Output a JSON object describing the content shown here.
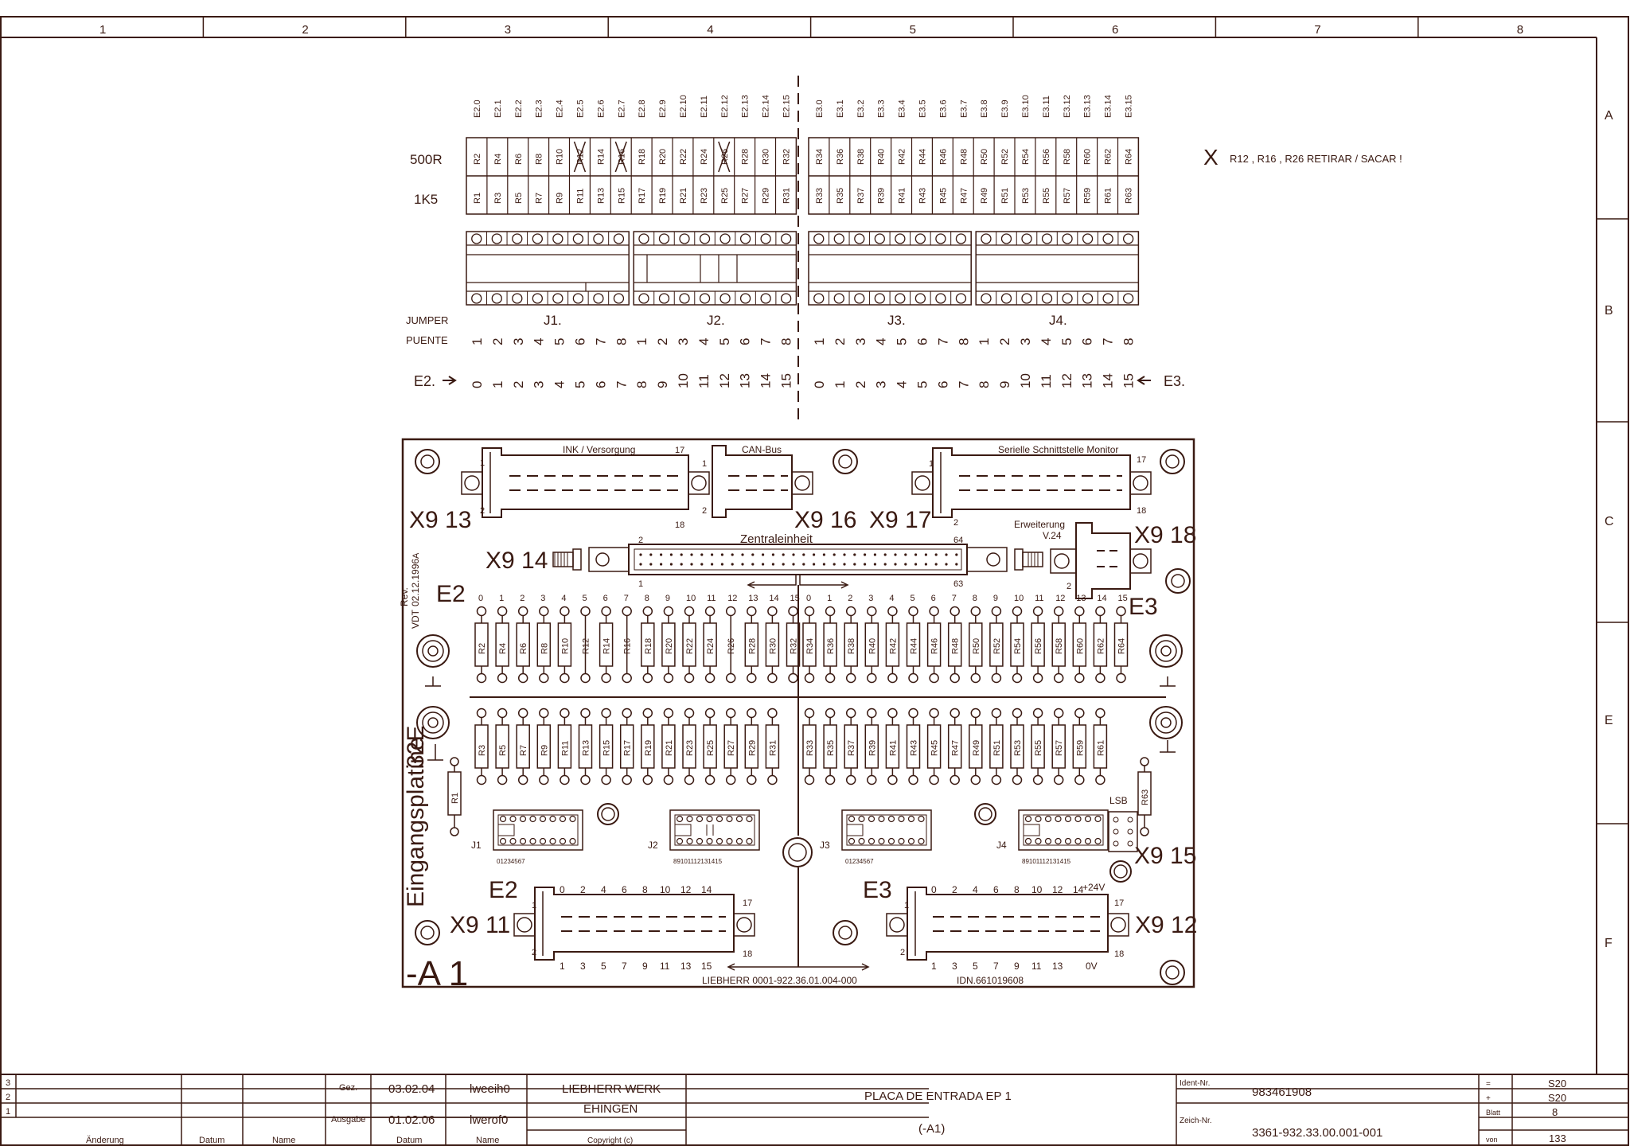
{
  "frame": {
    "columns": [
      "1",
      "2",
      "3",
      "4",
      "5",
      "6",
      "7",
      "8"
    ],
    "rows": [
      "A",
      "B",
      "C",
      "E",
      "F"
    ]
  },
  "jumper_table": {
    "e2_names": [
      "E2.0",
      "E2.1",
      "E2.2",
      "E2.3",
      "E2.4",
      "E2.5",
      "E2.6",
      "E2.7",
      "E2.8",
      "E2.9",
      "E2.10",
      "E2.11",
      "E2.12",
      "E2.13",
      "E2.14",
      "E2.15"
    ],
    "e3_names": [
      "E3.0",
      "E3.1",
      "E3.2",
      "E3.3",
      "E3.4",
      "E3.5",
      "E3.6",
      "E3.7",
      "E3.8",
      "E3.9",
      "E3.10",
      "E3.11",
      "E3.12",
      "E3.13",
      "E3.14",
      "E3.15"
    ],
    "row_500r_label": "500R",
    "row_1k5_label": "1K5",
    "top_resistors_left": [
      "R2",
      "R4",
      "R6",
      "R8",
      "R10",
      "R12",
      "R14",
      "R16",
      "R18",
      "R20",
      "R22",
      "R24",
      "R26",
      "R28",
      "R30",
      "R32"
    ],
    "top_resistors_right": [
      "R34",
      "R36",
      "R38",
      "R40",
      "R42",
      "R44",
      "R46",
      "R48",
      "R50",
      "R52",
      "R54",
      "R56",
      "R58",
      "R60",
      "R62",
      "R64"
    ],
    "bottom_resistors_left": [
      "R1",
      "R3",
      "R5",
      "R7",
      "R9",
      "R11",
      "R13",
      "R15",
      "R17",
      "R19",
      "R21",
      "R23",
      "R25",
      "R27",
      "R29",
      "R31"
    ],
    "bottom_resistors_right": [
      "R33",
      "R35",
      "R37",
      "R39",
      "R41",
      "R43",
      "R45",
      "R47",
      "R49",
      "R51",
      "R53",
      "R55",
      "R57",
      "R59",
      "R61",
      "R63"
    ],
    "crossed": [
      "R12",
      "R16",
      "R26"
    ],
    "note_mark": "X",
    "note": "R12 , R16 , R26 RETIRAR / SACAR !",
    "jumper_label": "JUMPER",
    "puente_label": "PUENTE",
    "jumper_groups": [
      "J1.",
      "J2.",
      "J3.",
      "J4."
    ],
    "jumper_numbers": [
      "1",
      "2",
      "3",
      "4",
      "5",
      "6",
      "7",
      "8"
    ],
    "e2_arrow_label": "E2.",
    "e3_arrow_label": "E3.",
    "input_numbers": [
      "0",
      "1",
      "2",
      "3",
      "4",
      "5",
      "6",
      "7",
      "8",
      "9",
      "10",
      "11",
      "12",
      "13",
      "14",
      "15"
    ]
  },
  "board": {
    "conn_ink_label": "INK / Versorgung",
    "conn_can_label": "CAN-Bus",
    "conn_serial_label": "Serielle Schnittstelle Monitor",
    "pin_1": "1",
    "pin_2": "2",
    "pin_17": "17",
    "pin_18": "18",
    "pin_64": "64",
    "pin_63": "63",
    "x913": "X9 13",
    "x916": "X9 16",
    "x917": "X9 17",
    "x914": "X9 14",
    "x918": "X9 18",
    "x915": "X9 15",
    "x911": "X9 11",
    "x912": "X9 12",
    "zentraleinheit": "Zentraleinheit",
    "erweiterung": "Erweiterung",
    "v24": "V.24",
    "rev_a": "A",
    "rev": "Rev.",
    "rev_date": "02.12.1996",
    "vdt": "VDT",
    "e2_mark": "E2",
    "e3_mark": "E3",
    "side_title": "Eingangsplatine",
    "side_32e": "32E",
    "designator": "-A 1",
    "j_labels": [
      "J1",
      "J2",
      "J3",
      "J4"
    ],
    "j_numbers_lo": "01234567",
    "j_numbers_hi": "89101112131415",
    "lsb": "LSB",
    "upper_pins_even": [
      "0",
      "2",
      "4",
      "6",
      "8",
      "10",
      "12",
      "14"
    ],
    "lower_pins_odd": [
      "1",
      "3",
      "5",
      "7",
      "9",
      "11",
      "13",
      "15"
    ],
    "plus24v": "+24V",
    "zero_v": "0V",
    "liebherr_part": "LIEBHERR 0001-922.36.01.004-000",
    "idn": "IDN.661019608"
  },
  "title_block": {
    "rev_rows": [
      "3",
      "2",
      "1"
    ],
    "aenderung": "Änderung",
    "datum": "Datum",
    "name": "Name",
    "gez": "Gez.",
    "gez_date": "03.02.04",
    "gez_name": "lweeih0",
    "ausgabe": "Ausgabe",
    "ausgabe_date": "01.02.06",
    "ausgabe_name": "lwerof0",
    "col_datum": "Datum",
    "col_name": "Name",
    "company_1": "LIEBHERR WERK",
    "company_2": "EHINGEN",
    "copyright": "Copyright (c)",
    "title": "PLACA DE ENTRADA  EP 1",
    "subtitle": "(-A1)",
    "ident_label": "Ident-Nr.",
    "ident": "983461908",
    "zeich_label": "Zeich-Nr.",
    "zeich": "3361-932.33.00.001-001",
    "eq_sym": "=",
    "eq_val": "S20",
    "plus_sym": "+",
    "plus_val": "S20",
    "blatt": "Blatt",
    "blatt_val": "8",
    "von": "von",
    "von_val": "133"
  }
}
